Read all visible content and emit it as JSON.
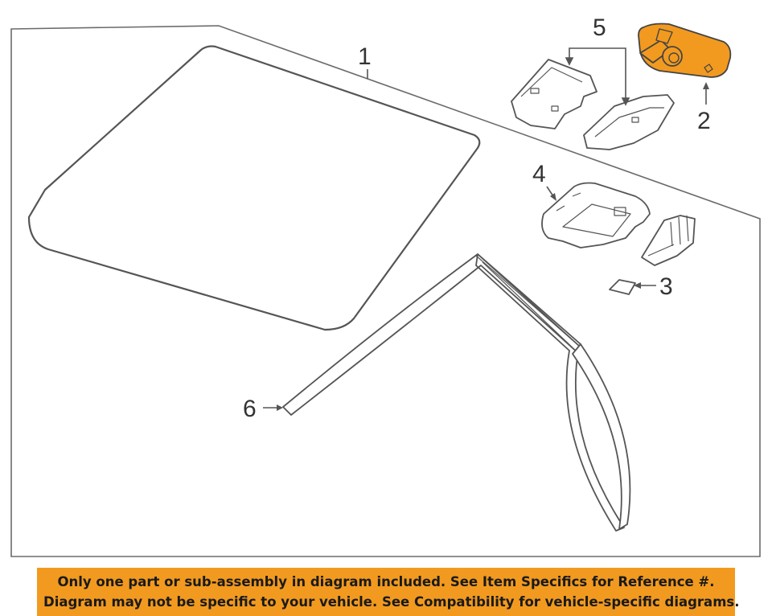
{
  "callouts": {
    "c1": "1",
    "c2": "2",
    "c3": "3",
    "c4": "4",
    "c5": "5",
    "c6": "6"
  },
  "highlight": {
    "part": "2",
    "color": "#f29a1f"
  },
  "banner": {
    "line1": "Only one part or sub-assembly in diagram included. See Item Specifics for Reference #.",
    "line2": "Diagram may not be specific to your vehicle. See Compatibility for vehicle-specific diagrams."
  }
}
